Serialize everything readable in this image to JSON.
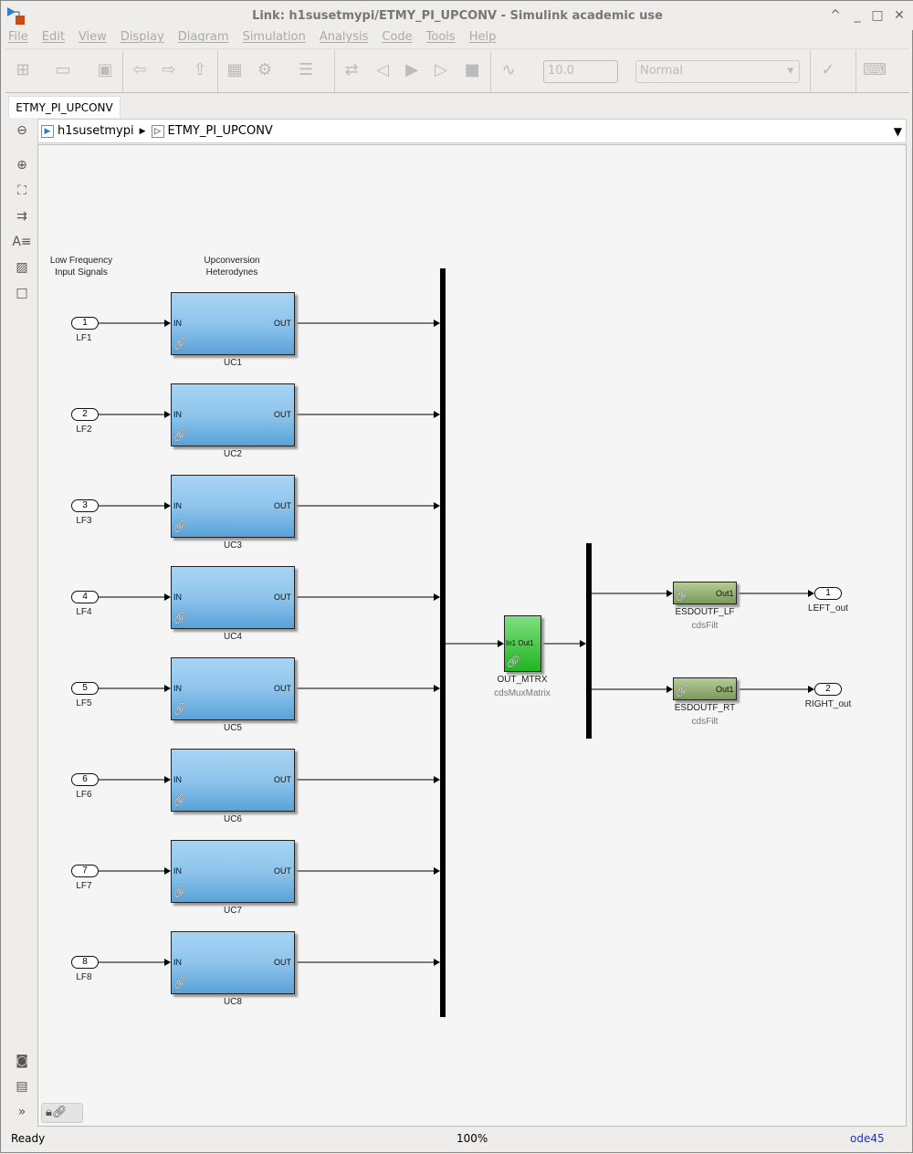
{
  "window": {
    "title": "Link: h1susetmypi/ETMY_PI_UPCONV - Simulink academic use",
    "controls": [
      "^",
      "_",
      "□",
      "✕"
    ]
  },
  "menu": [
    "File",
    "Edit",
    "View",
    "Display",
    "Diagram",
    "Simulation",
    "Analysis",
    "Code",
    "Tools",
    "Help"
  ],
  "toolbar": {
    "stop_time": "10.0",
    "sim_mode": "Normal"
  },
  "tab": "ETMY_PI_UPCONV",
  "breadcrumb": {
    "root": "h1susetmypi",
    "child": "ETMY_PI_UPCONV"
  },
  "diagram": {
    "annotations": [
      "Low Frequency\nInput Signals",
      "Upconversion\nHeterodynes"
    ],
    "inports": [
      {
        "num": "1",
        "name": "LF1"
      },
      {
        "num": "2",
        "name": "LF2"
      },
      {
        "num": "3",
        "name": "LF3"
      },
      {
        "num": "4",
        "name": "LF4"
      },
      {
        "num": "5",
        "name": "LF5"
      },
      {
        "num": "6",
        "name": "LF6"
      },
      {
        "num": "7",
        "name": "LF7"
      },
      {
        "num": "8",
        "name": "LF8"
      }
    ],
    "uc_blocks": {
      "names": [
        "UC1",
        "UC2",
        "UC3",
        "UC4",
        "UC5",
        "UC6",
        "UC7",
        "UC8"
      ],
      "in_label": "IN",
      "out_label": "OUT",
      "color": "#8ec4ec"
    },
    "mux": {
      "name": "OUT_MTRX",
      "lib": "cdsMuxMatrix",
      "ports": "In1 Out1",
      "color": "#3cc83c"
    },
    "filters": [
      {
        "name": "ESDOUTF_LF",
        "lib": "cdsFilt",
        "port": "Out1"
      },
      {
        "name": "ESDOUTF_RT",
        "lib": "cdsFilt",
        "port": "Out1"
      }
    ],
    "filter_color": "#8aa86a",
    "outports": [
      {
        "num": "1",
        "name": "LEFT_out"
      },
      {
        "num": "2",
        "name": "RIGHT_out"
      }
    ]
  },
  "status": {
    "state": "Ready",
    "zoom": "100%",
    "solver": "ode45"
  }
}
